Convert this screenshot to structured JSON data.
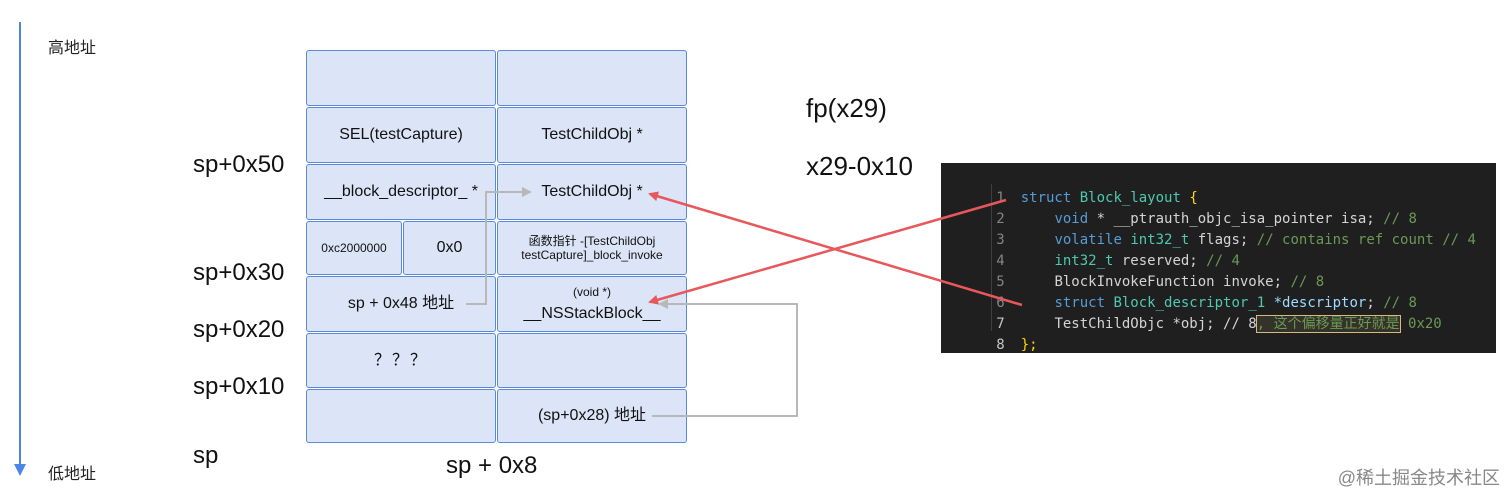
{
  "axis": {
    "top_label": "高地址",
    "bottom_label": "低地址"
  },
  "sp_labels": {
    "sp50": "sp+0x50",
    "sp30": "sp+0x30",
    "sp20": "sp+0x20",
    "sp10": "sp+0x10",
    "sp": "sp"
  },
  "grid": {
    "r0c0": "",
    "r0c1": "",
    "r1c0": "SEL(testCapture)",
    "r1c1": "TestChildObj *",
    "r2c0": "__block_descriptor_ *",
    "r2c1": "TestChildObj *",
    "r3c0a": "0xc2000000",
    "r3c0b": "0x0",
    "r3c1": "函数指针 -[TestChildObj testCapture]_block_invoke",
    "r4c0": "sp + 0x48 地址",
    "r4c1_top": "(void *)",
    "r4c1_bottom": "__NSStackBlock__",
    "r5c0": "？？？",
    "r5c1": "",
    "r6c0": "",
    "r6c1": "(sp+0x28) 地址"
  },
  "column_label": "sp + 0x8",
  "registers": {
    "fp": "fp(x29)",
    "x29_offset": "x29-0x10"
  },
  "code": {
    "line_numbers": [
      "1",
      "2",
      "3",
      "4",
      "5",
      "6",
      "7",
      "8"
    ],
    "l1": {
      "kw": "struct",
      "name": "Block_layout",
      "brace": "{"
    },
    "l2": {
      "kw": "void",
      "rest": " * __ptrauth_objc_isa_pointer isa; ",
      "comment": "// 8"
    },
    "l3": {
      "kw": "volatile",
      "type": "int32_t",
      "rest": " flags; ",
      "comment": "// contains ref count // 4"
    },
    "l4": {
      "type": "int32_t",
      "rest": " reserved; ",
      "comment": "// 4"
    },
    "l5": {
      "rest": "BlockInvokeFunction invoke; ",
      "comment": "// 8"
    },
    "l6": {
      "kw": "struct",
      "type": "Block_descriptor_1",
      "rest": " *descriptor",
      "tail": "; ",
      "comment": "// 8"
    },
    "l7": {
      "rest": "TestChildObjc *obj; // 8",
      "highlight": ", 这个偏移量正好就是",
      "tail": " 0x20"
    },
    "l8": {
      "brace": "};"
    }
  },
  "watermark": "@稀土掘金技术社区",
  "colors": {
    "arrow_red": "#e8575a",
    "arrow_gray": "#b8b8b8",
    "axis_blue": "#4a86e8",
    "cell_fill": "#dbe5f7",
    "cell_border": "#5a8ad8"
  }
}
